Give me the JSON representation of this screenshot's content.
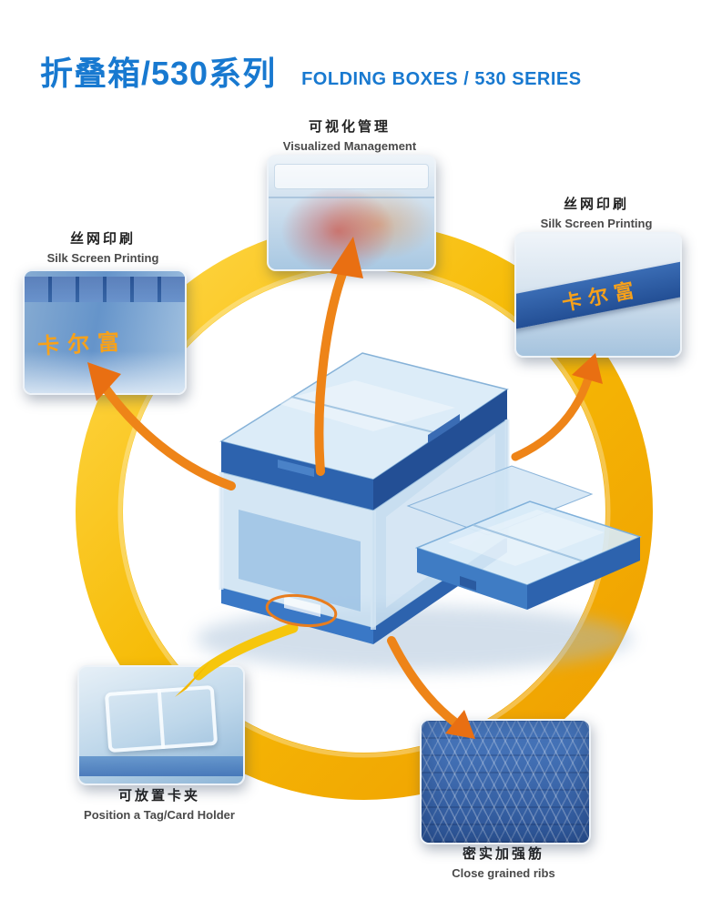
{
  "header": {
    "title_cn": "折叠箱/530系列",
    "title_en": "FOLDING BOXES / 530 SERIES"
  },
  "callouts": {
    "visualized_management": {
      "label_cn": "可视化管理",
      "label_en": "Visualized Management"
    },
    "silk_screen_right": {
      "label_cn": "丝网印刷",
      "label_en": "Silk Screen Printing",
      "printed_text": "卡尔富"
    },
    "silk_screen_left": {
      "label_cn": "丝网印刷",
      "label_en": "Silk Screen Printing",
      "printed_text": "卡尔富"
    },
    "card_holder": {
      "label_cn": "可放置卡夹",
      "label_en": "Position a Tag/Card Holder"
    },
    "ribs": {
      "label_cn": "密实加强筋",
      "label_en": "Close grained ribs"
    }
  },
  "colors": {
    "title_blue": "#1879d0",
    "ring_gold": "#f5b800",
    "arrow_orange": "#ee8418",
    "arrow_yellow": "#f6c60d",
    "box_blue": "#2d63ae",
    "print_orange": "#f7a11a"
  }
}
